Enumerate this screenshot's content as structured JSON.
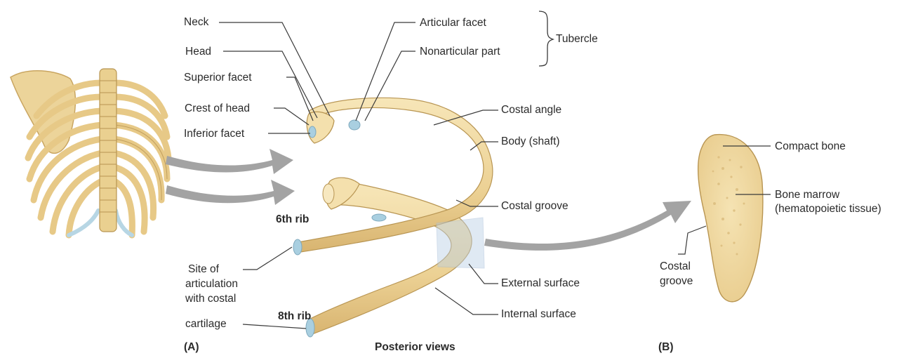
{
  "labels": {
    "neck": "Neck",
    "head": "Head",
    "superior_facet": "Superior facet",
    "crest_of_head": "Crest of head",
    "inferior_facet": "Inferior facet",
    "articular_facet": "Articular facet",
    "nonarticular_part": "Nonarticular part",
    "tubercle": "Tubercle",
    "costal_angle": "Costal angle",
    "body_shaft": "Body (shaft)",
    "costal_groove": "Costal groove",
    "sixth_rib": "6th rib",
    "site_line1": "Site of",
    "site_line2": "articulation",
    "site_line3": "with costal",
    "site_line4": "cartilage",
    "eighth_rib": "8th rib",
    "external_surface": "External surface",
    "internal_surface": "Internal surface",
    "panel_a": "(A)",
    "posterior_views": "Posterior views",
    "panel_b": "(B)",
    "compact_bone": "Compact bone",
    "bone_marrow_line1": "Bone marrow",
    "bone_marrow_line2": "(hematopoietic tissue)",
    "costal_line1": "Costal",
    "costal_line2": "groove"
  },
  "colors": {
    "bone": "#f0d9a0",
    "bone_shadow": "#d6b26a",
    "cartilage": "#a9cfe0",
    "arrow": "#9d9d9d",
    "leader": "#3a3a3a"
  }
}
